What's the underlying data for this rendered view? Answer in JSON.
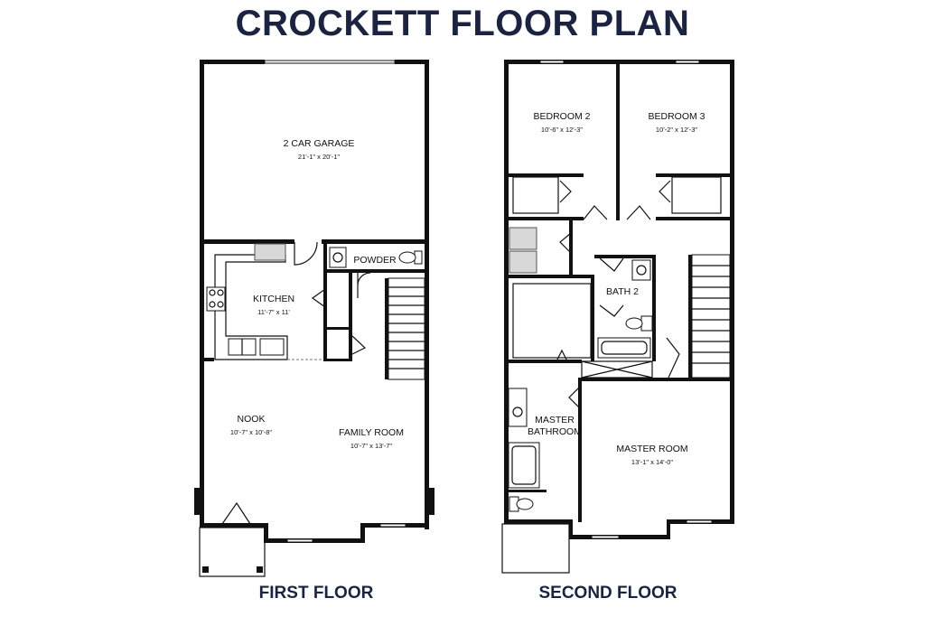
{
  "title": "CROCKETT FLOOR PLAN",
  "floors": [
    {
      "label": "FIRST FLOOR",
      "rooms": [
        {
          "name": "2 CAR GARAGE",
          "dims": "21'-1\" x 20'-1\""
        },
        {
          "name": "KITCHEN",
          "dims": "11'-7\" x 11'"
        },
        {
          "name": "POWDER",
          "dims": ""
        },
        {
          "name": "NOOK",
          "dims": "10'-7\" x 10'-8\""
        },
        {
          "name": "FAMILY ROOM",
          "dims": "10'-7\" x 13'-7\""
        }
      ]
    },
    {
      "label": "SECOND FLOOR",
      "rooms": [
        {
          "name": "BEDROOM 2",
          "dims": "10'-6\" x 12'-3\""
        },
        {
          "name": "BEDROOM 3",
          "dims": "10'-2\" x 12'-3\""
        },
        {
          "name": "BATH 2",
          "dims": ""
        },
        {
          "name": "MASTER",
          "name2": "BATHROOM",
          "dims": ""
        },
        {
          "name": "MASTER ROOM",
          "dims": "13'-1\" x 14'-0\""
        }
      ]
    }
  ]
}
